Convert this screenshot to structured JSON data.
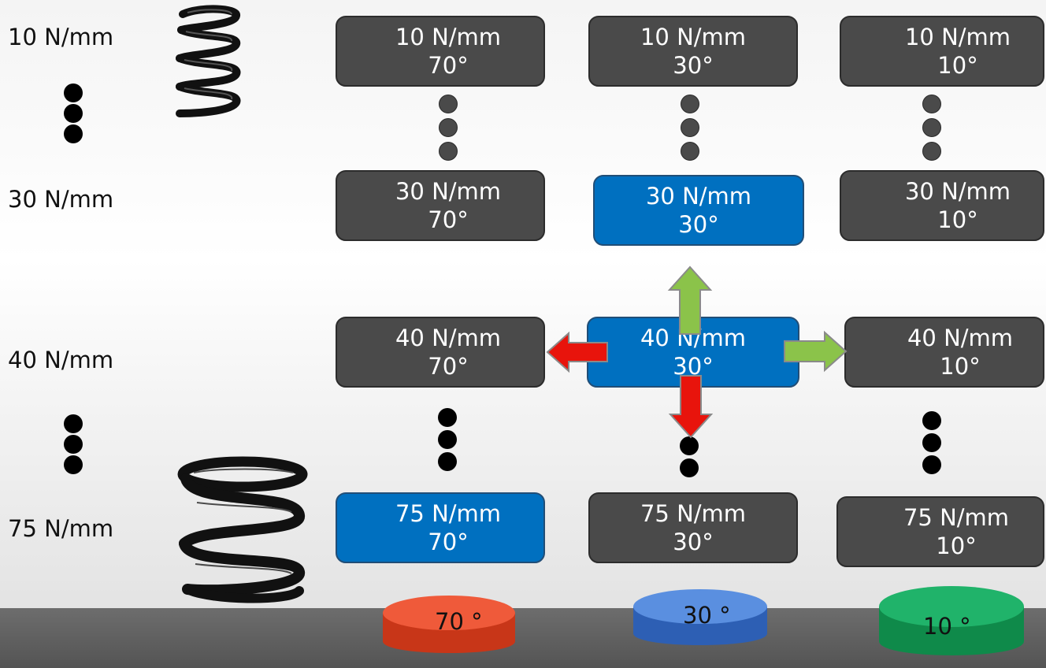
{
  "row_labels": {
    "r10": "10 N/mm",
    "r30": "30 N/mm",
    "r40": "40 N/mm",
    "r75": "75 N/mm"
  },
  "grid": {
    "c70_r10": {
      "stiffness": "10 N/mm",
      "angle": "70°"
    },
    "c30_r10": {
      "stiffness": "10 N/mm",
      "angle": "30°"
    },
    "c10_r10": {
      "stiffness": "10 N/mm",
      "angle": "10°"
    },
    "c70_r30": {
      "stiffness": "30 N/mm",
      "angle": "70°"
    },
    "c30_r30": {
      "stiffness": "30 N/mm",
      "angle": "30°"
    },
    "c10_r30": {
      "stiffness": "30 N/mm",
      "angle": "10°"
    },
    "c70_r40": {
      "stiffness": "40 N/mm",
      "angle": "70°"
    },
    "c30_r40": {
      "stiffness": "40 N/mm",
      "angle": "30°"
    },
    "c10_r40": {
      "stiffness": "40 N/mm",
      "angle": "10°"
    },
    "c70_r75": {
      "stiffness": "75 N/mm",
      "angle": "70°"
    },
    "c30_r75": {
      "stiffness": "75 N/mm",
      "angle": "30°"
    },
    "c10_r75": {
      "stiffness": "75 N/mm",
      "angle": "10°"
    }
  },
  "highlighted": [
    "c30_r30",
    "c30_r40",
    "c70_r75"
  ],
  "pucks": {
    "p70": {
      "label": "70 °",
      "color": "#e8452a"
    },
    "p30": {
      "label": "30 °",
      "color": "#3f7bd6"
    },
    "p10": {
      "label": "10 °",
      "color": "#17a05a"
    }
  },
  "colors": {
    "box": "#4a4a4a",
    "box_highlight": "#0070c0",
    "arrow_green": "#8bc34a",
    "arrow_red": "#e8140c",
    "floor": "#5e5e5e"
  },
  "icons": [
    "coil-spring-small-icon",
    "coil-spring-large-icon",
    "ellipsis-dots-icon"
  ]
}
